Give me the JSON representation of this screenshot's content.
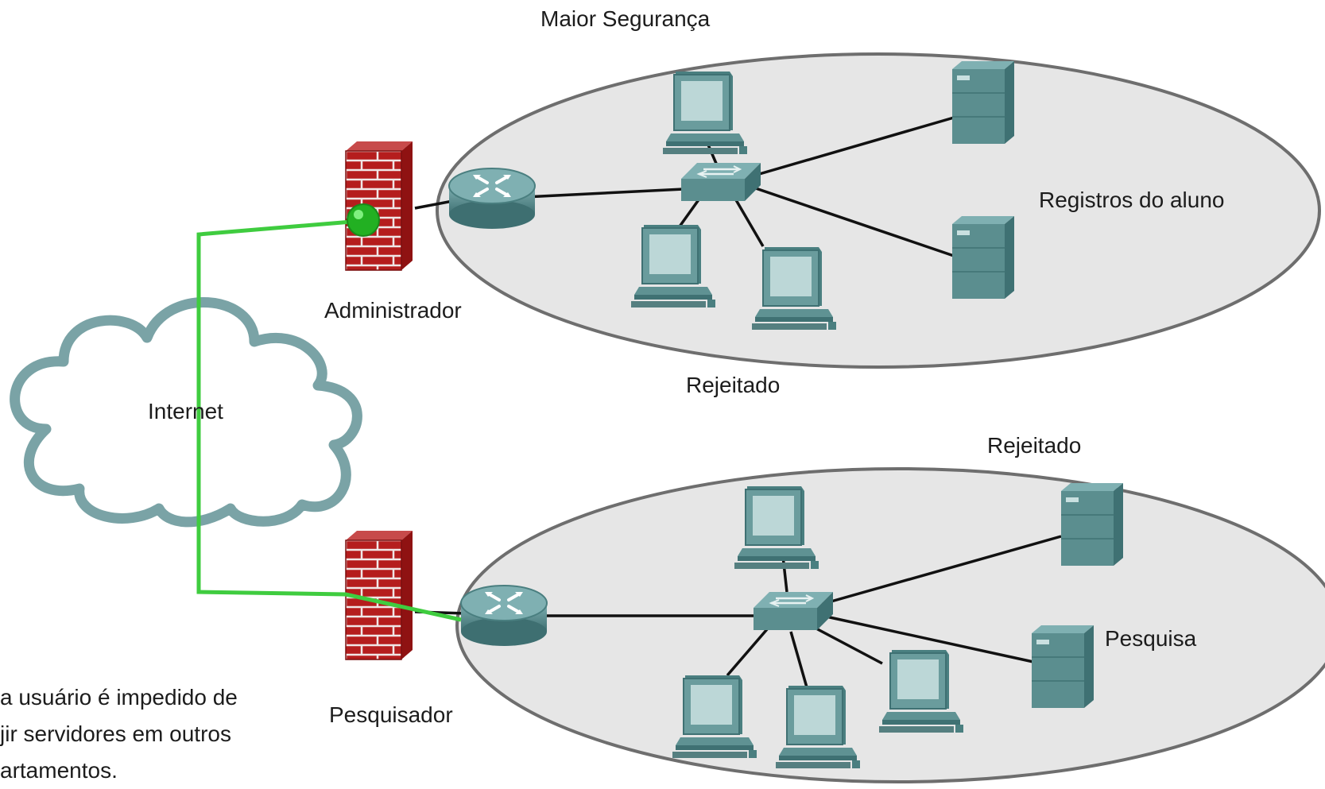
{
  "labels": {
    "top_title": "Maior Segurança",
    "student_records": "Registros do aluno",
    "admin": "Administrador",
    "rejected_1": "Rejeitado",
    "internet": "Internet",
    "rejected_2": "Rejeitado",
    "research": "Pesquisa",
    "researcher": "Pesquisador"
  },
  "caption": {
    "line1": "a usuário é impedido de",
    "line2": "jir servidores em outros",
    "line3": "artamentos."
  },
  "colors": {
    "network_fill": "#e6e6e6",
    "network_stroke": "#6e6e6e",
    "device": "#5b8e8f",
    "firewall": "#b01a1a",
    "path": "#3fcc3f",
    "link": "#111111",
    "cloud": "#7aa3a6"
  },
  "icons": [
    "firewall-icon",
    "router-icon",
    "switch-icon",
    "computer-icon",
    "server-icon",
    "cloud-icon",
    "status-dot-icon"
  ]
}
